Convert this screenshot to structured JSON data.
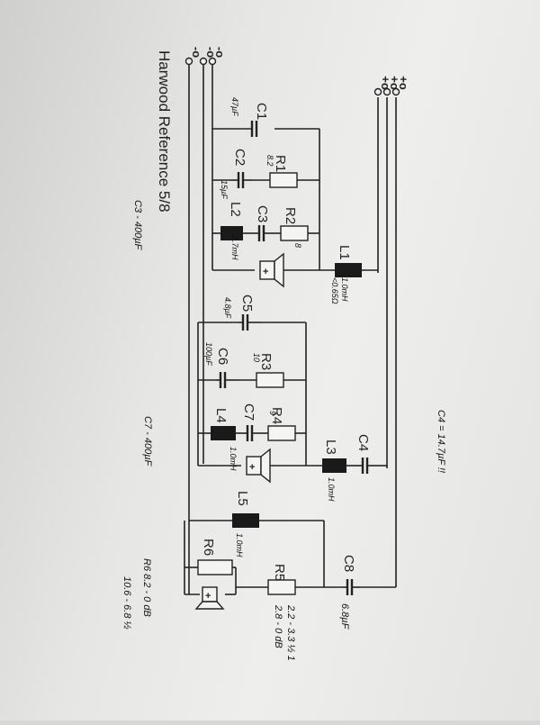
{
  "title": "Harwood Reference 5/8",
  "terminals": {
    "left": [
      "-o",
      "-o",
      "-o"
    ],
    "right": [
      "+o",
      "+o",
      "+o"
    ]
  },
  "components": {
    "C1": "C1",
    "C2": "C2",
    "C3": "C3",
    "C4": "C4",
    "C5": "C5",
    "C6": "C6",
    "C7": "C7",
    "C8": "C8",
    "R1": "R1",
    "R2": "R2",
    "R3": "R3",
    "R4": "R4",
    "R5": "R5",
    "R6": "R6",
    "L1": "L1",
    "L2": "L2",
    "L3": "L3",
    "L4": "L4",
    "L5": "L5"
  },
  "speaker_symbol": "+",
  "handwritten": {
    "c1": "47µF",
    "r1": "8.2",
    "r2": "8",
    "c2": "15µF",
    "l2": "2.7mH",
    "l1": "1.0mH",
    "l1b": "<0.65Ω",
    "c5": "4.8µF",
    "r3": "10",
    "r4": "9",
    "c6": "100µF",
    "l4": "1.0mH",
    "l3": "1.0mH",
    "l5": "1.0mH",
    "c8": "6.8µF",
    "r5": "2.2 - 3.3 ½ 1",
    "r5b": "2.8 - 0 dB",
    "c4_note": "C4 = 14.7µF !!",
    "c3_note": "C3 - 400µF",
    "c7_note": "C7 - 400µF",
    "r6_note": "R6 8.2 - 0 dB",
    "r6_note2": "10.6 - 6.8 ½"
  }
}
